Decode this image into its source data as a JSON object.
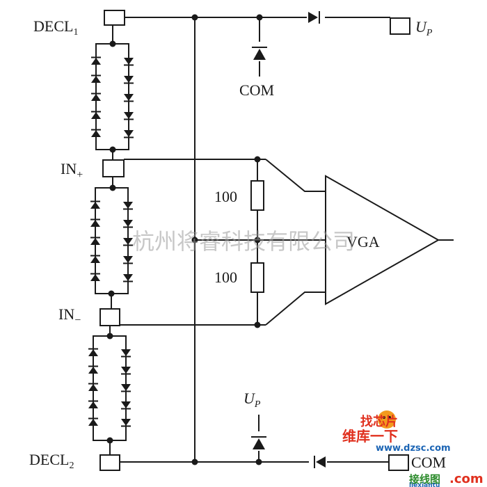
{
  "pins": {
    "decl1": "DECL",
    "decl1_sub": "1",
    "up_top": "U",
    "up_top_sub": "P",
    "in_plus": "IN",
    "in_plus_sub": "+",
    "in_minus": "IN",
    "in_minus_sub": "−",
    "decl2": "DECL",
    "decl2_sub": "2",
    "com_bottom": "COM"
  },
  "components": {
    "com_top": "COM",
    "r1": "100",
    "r2": "100",
    "amp": "VGA",
    "up_bottom": "U",
    "up_bottom_sub": "P"
  },
  "watermark": {
    "text": "杭州将睿科技有限公司"
  },
  "logos": {
    "brand_cn_top": "找芯片",
    "brand_cn": "维库一下",
    "url": "www.dzsc.com",
    "brand2_cn": "接线图",
    "brand2_url": "jiexiantu",
    "brand2_tld": ".com"
  },
  "colors": {
    "ink": "#1a1a1a",
    "watermark": "#9a9a9a",
    "logo_red": "#e0301e",
    "logo_orange": "#f39a1e",
    "logo_blue": "#1b64b4"
  }
}
